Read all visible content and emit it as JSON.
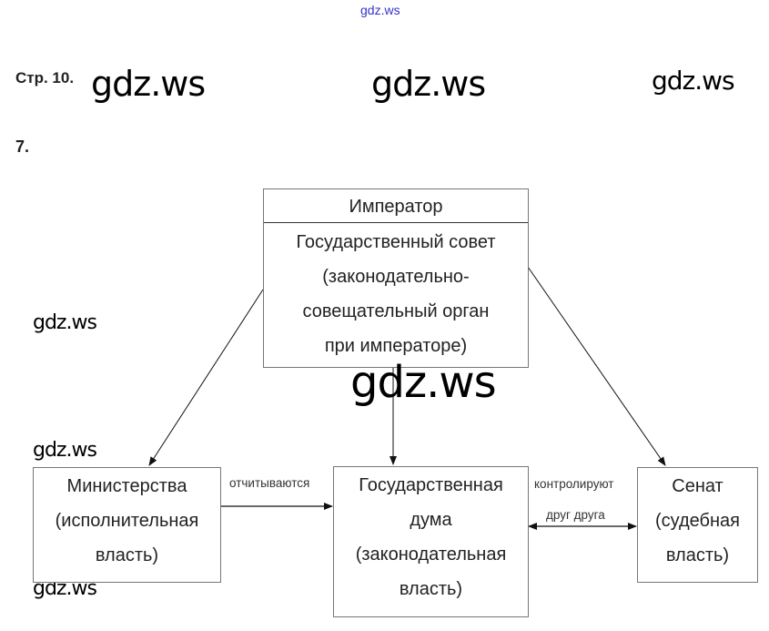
{
  "header": {
    "top_watermark": "gdz.ws",
    "page_ref": "Стр. 10.",
    "task_number": "7."
  },
  "watermarks": [
    "gdz.ws",
    "gdz.ws",
    "gdz.ws",
    "gdz.ws",
    "gdz.ws",
    "gdz.ws",
    "gdz.ws"
  ],
  "diagram": {
    "emperor": {
      "title": "Император",
      "lines": [
        "Государственный совет",
        "(законодательно-",
        "совещательный орган",
        "при императоре)"
      ]
    },
    "ministries": {
      "lines": [
        "Министерства",
        "(исполнительная",
        "власть)"
      ]
    },
    "duma": {
      "lines": [
        "Государственная",
        "дума",
        "(законодательная",
        "власть)"
      ]
    },
    "senate": {
      "lines": [
        "Сенат",
        "(судебная",
        "власть)"
      ]
    },
    "edge_labels": {
      "report": "отчитываются",
      "control_1": "контролируют",
      "control_2": "друг друга"
    }
  }
}
